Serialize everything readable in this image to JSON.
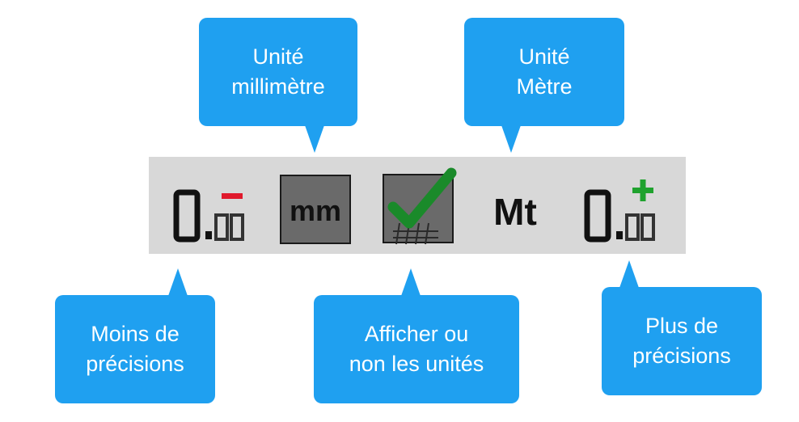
{
  "toolbar": {
    "buttons": [
      {
        "id": "less-precision",
        "icon": "decrease-precision-icon",
        "glyph": "0.00",
        "sign": "−",
        "sign_color": "#e0192c"
      },
      {
        "id": "millimeter",
        "icon": "millimeter-unit-icon",
        "label": "mm"
      },
      {
        "id": "toggle-units",
        "icon": "checkmark-icon",
        "check_color": "#1a8a2a"
      },
      {
        "id": "meter",
        "icon": "meter-unit-icon",
        "label": "Mt"
      },
      {
        "id": "more-precision",
        "icon": "increase-precision-icon",
        "glyph": "0.00",
        "sign": "+",
        "sign_color": "#1fa22e"
      }
    ]
  },
  "callouts": {
    "millimeter": "Unité\nmillimètre",
    "meter": "Unité\nMètre",
    "less_precision": "Moins de\nprécisions",
    "toggle_units": "Afficher ou\nnon les unités",
    "more_precision": "Plus de\nprécisions"
  },
  "colors": {
    "callout": "#1fa0f0",
    "toolbar": "#d8d8d8"
  }
}
